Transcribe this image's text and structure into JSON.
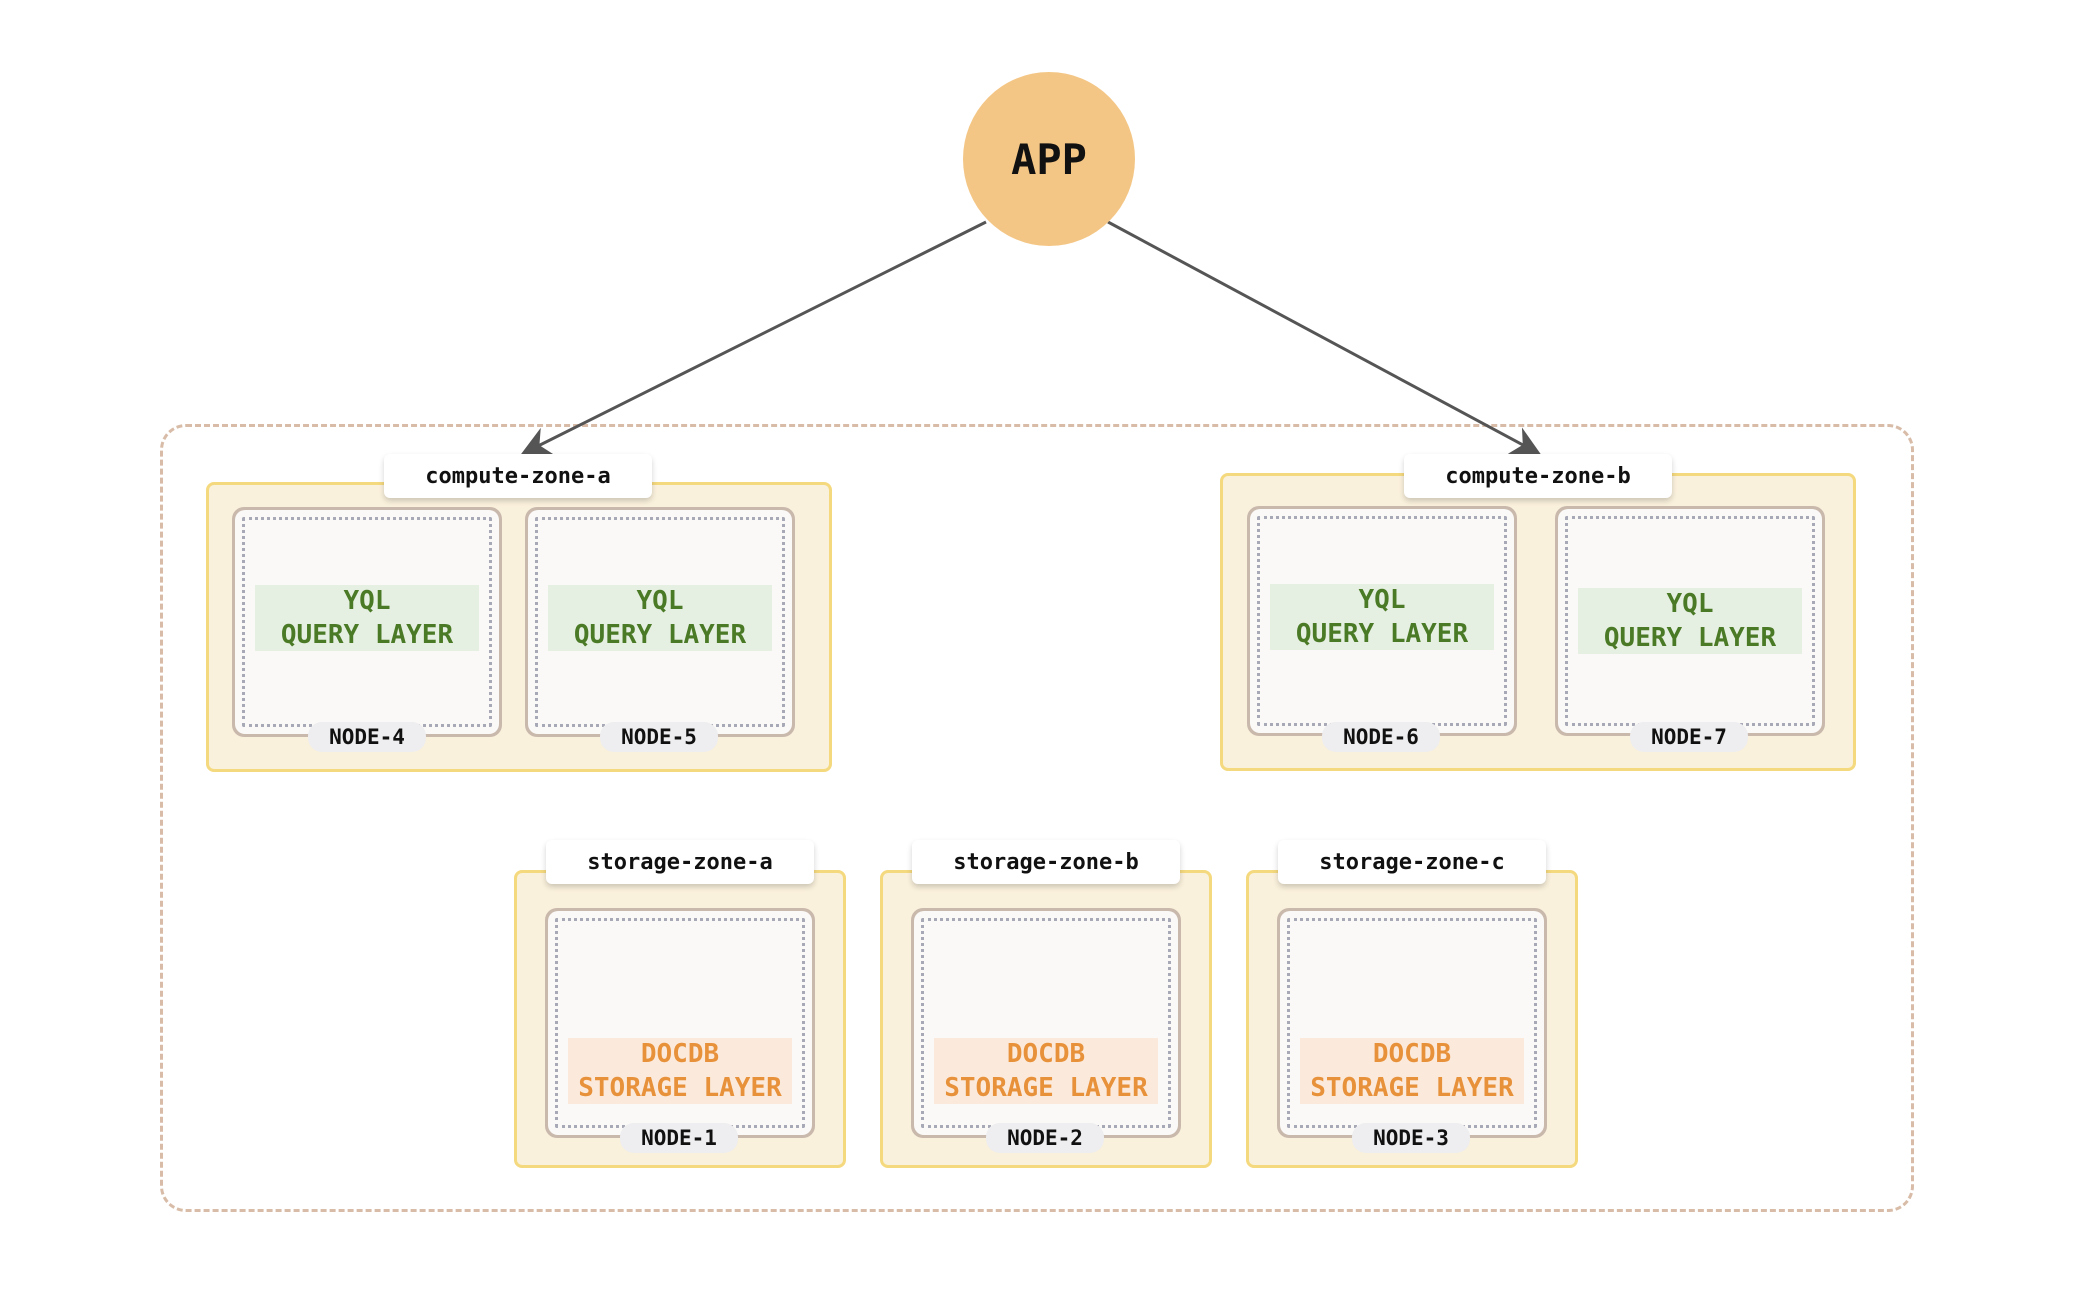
{
  "app": {
    "label": "APP"
  },
  "compute_zones": [
    {
      "label": "compute-zone-a",
      "nodes": [
        {
          "label": "NODE-4",
          "layer_title": "YQL",
          "layer_sub": "QUERY LAYER"
        },
        {
          "label": "NODE-5",
          "layer_title": "YQL",
          "layer_sub": "QUERY LAYER"
        }
      ]
    },
    {
      "label": "compute-zone-b",
      "nodes": [
        {
          "label": "NODE-6",
          "layer_title": "YQL",
          "layer_sub": "QUERY LAYER"
        },
        {
          "label": "NODE-7",
          "layer_title": "YQL",
          "layer_sub": "QUERY LAYER"
        }
      ]
    }
  ],
  "storage_zones": [
    {
      "label": "storage-zone-a",
      "node": {
        "label": "NODE-1",
        "layer_title": "DOCDB",
        "layer_sub": "STORAGE LAYER"
      }
    },
    {
      "label": "storage-zone-b",
      "node": {
        "label": "NODE-2",
        "layer_title": "DOCDB",
        "layer_sub": "STORAGE LAYER"
      }
    },
    {
      "label": "storage-zone-c",
      "node": {
        "label": "NODE-3",
        "layer_title": "DOCDB",
        "layer_sub": "STORAGE LAYER"
      }
    }
  ],
  "colors": {
    "app": "#f4c685",
    "zone_fill": "#faf1dc",
    "zone_border": "#f5d97f",
    "yql_text": "#4a7a26",
    "docdb_text": "#e8913b",
    "cluster_border": "#d8bca8"
  }
}
